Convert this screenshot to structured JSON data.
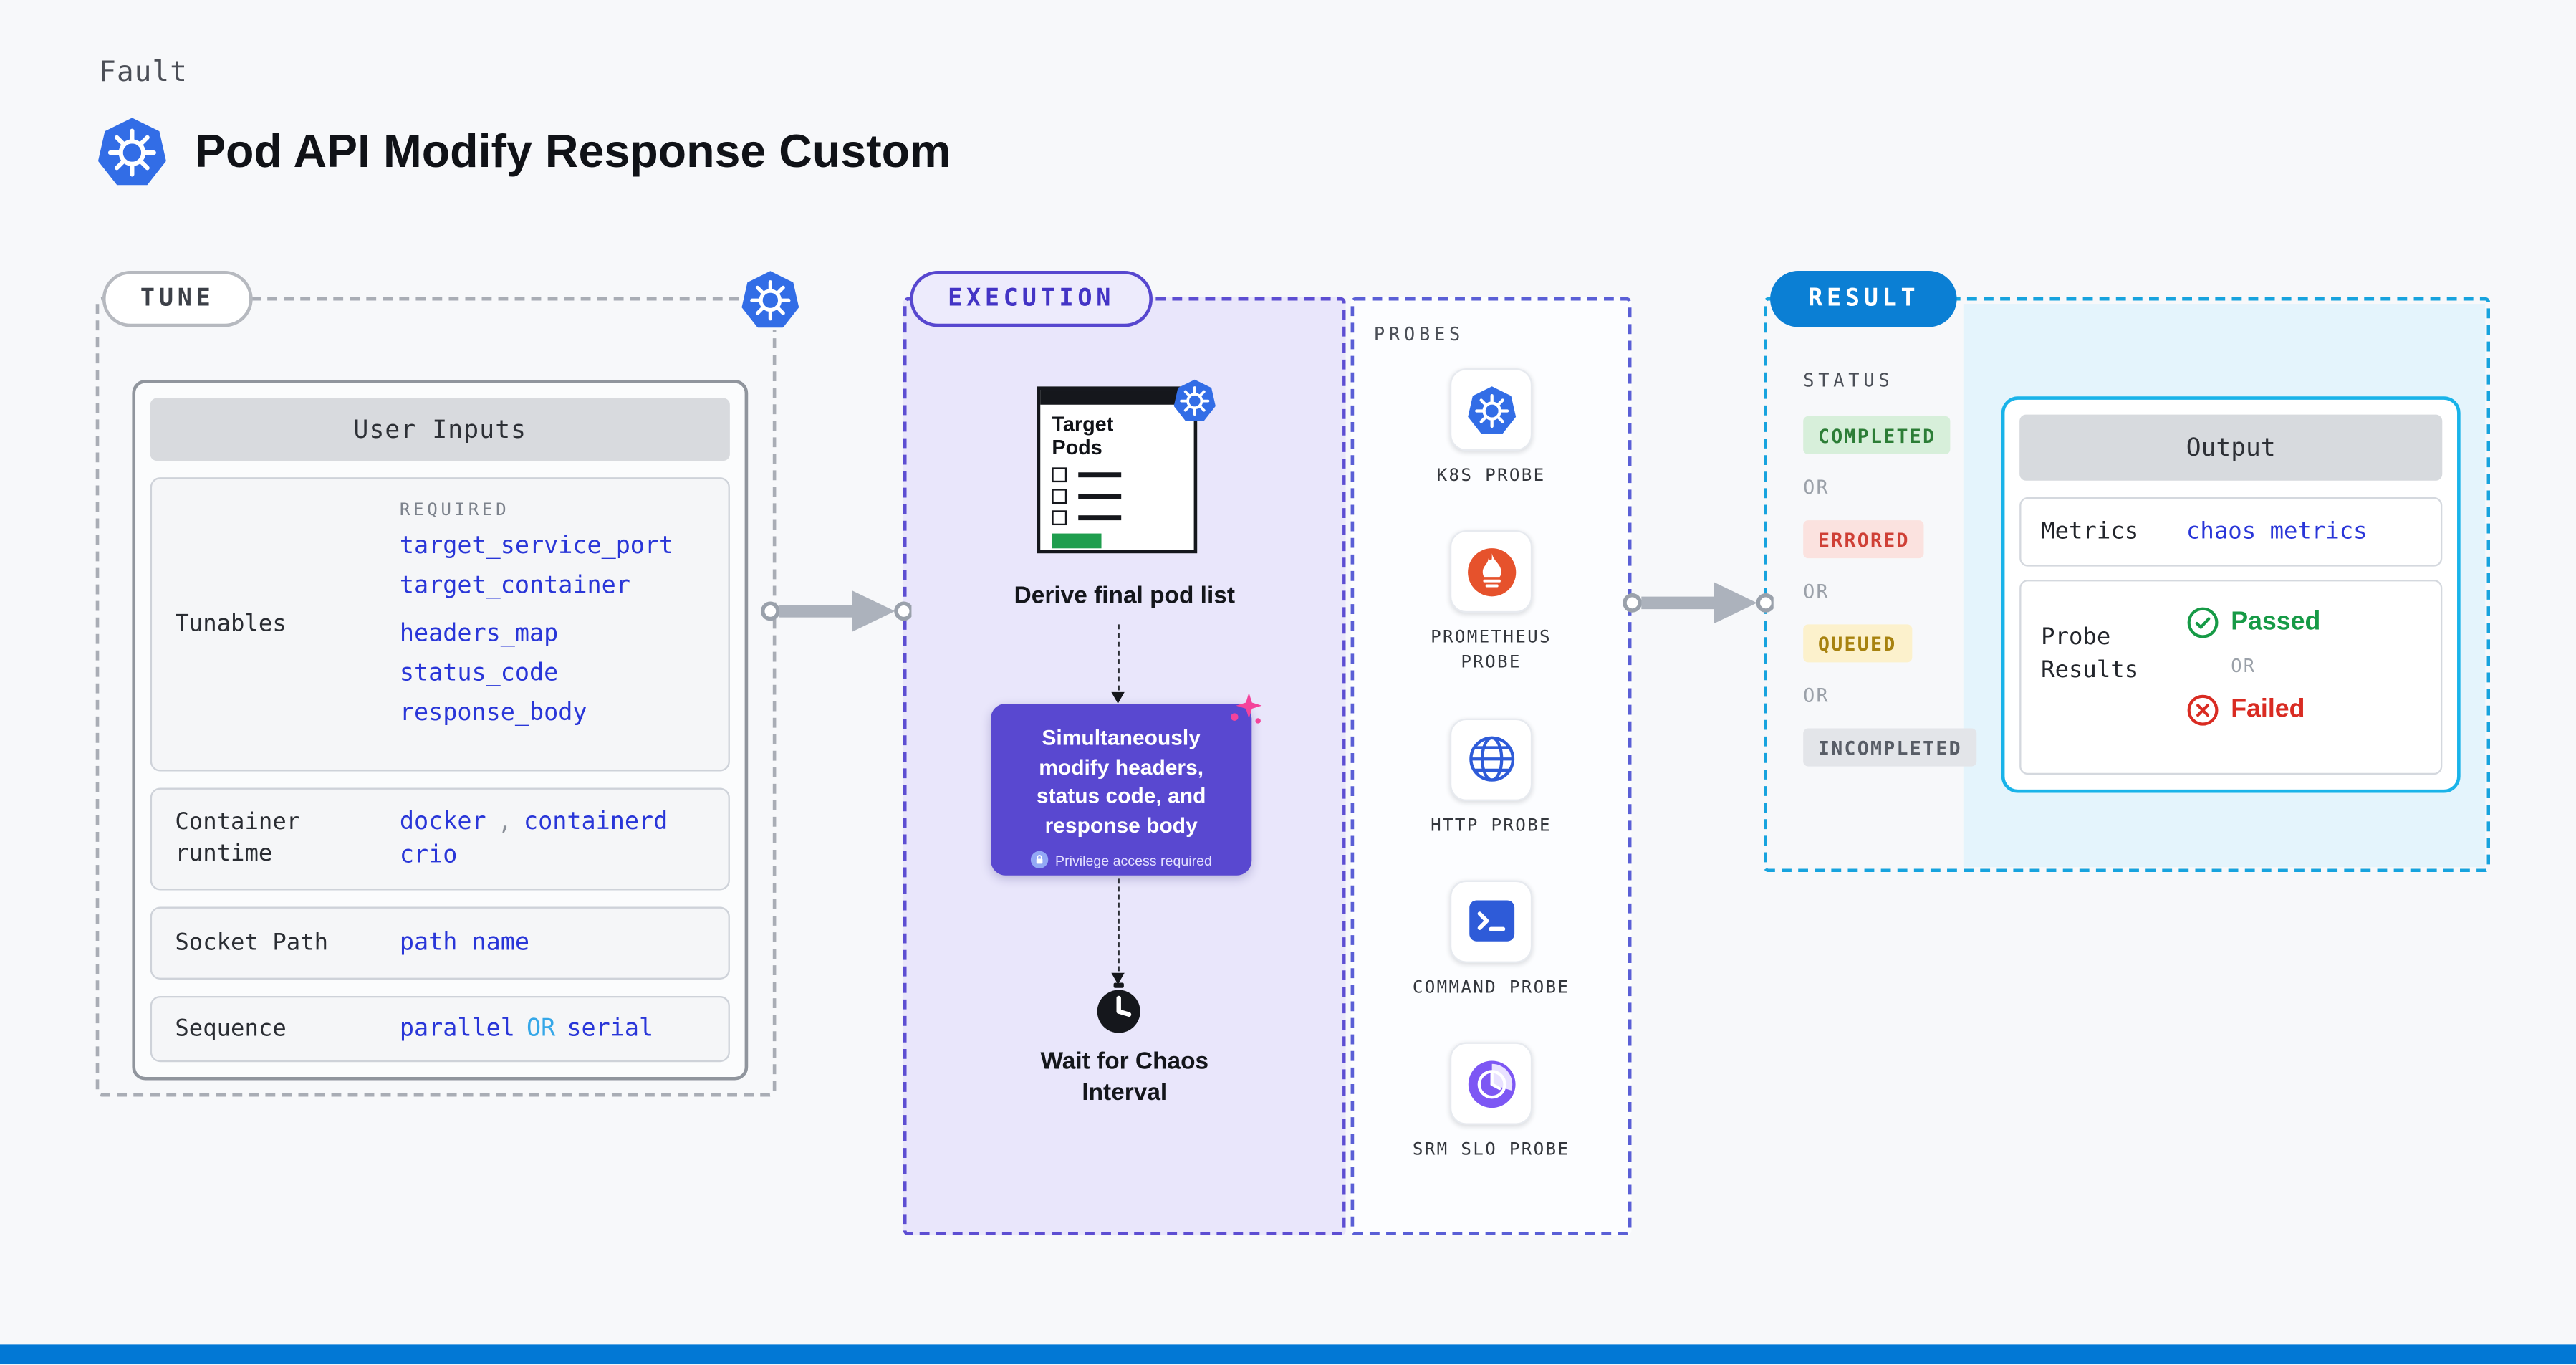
{
  "page": {
    "kicker": "Fault",
    "title": "Pod API Modify Response Custom"
  },
  "tune": {
    "label": "TUNE",
    "user_inputs": {
      "header": "User Inputs",
      "tunables": {
        "label": "Tunables",
        "required_label": "REQUIRED",
        "required": [
          "target_service_port",
          "target_container"
        ],
        "optional": [
          "headers_map",
          "status_code",
          "response_body"
        ]
      },
      "container_runtime": {
        "label": "Container runtime",
        "value_1": "docker",
        "separator": ",",
        "value_2": "containerd",
        "value_3": "crio"
      },
      "socket_path": {
        "label": "Socket Path",
        "value": "path name"
      },
      "sequence": {
        "label": "Sequence",
        "value_1": "parallel",
        "or": "OR",
        "value_2": "serial"
      }
    }
  },
  "execution": {
    "label": "EXECUTION",
    "target_pods_title": "Target Pods",
    "derive_step": "Derive final pod list",
    "action_step": "Simultaneously modify headers, status code, and response body",
    "privilege_note": "Privilege access required",
    "wait_step": "Wait for Chaos Interval"
  },
  "probes": {
    "label": "PROBES",
    "items": [
      {
        "name": "K8S PROBE",
        "icon": "kubernetes-icon"
      },
      {
        "name": "PROMETHEUS PROBE",
        "icon": "prometheus-icon"
      },
      {
        "name": "HTTP PROBE",
        "icon": "globe-icon"
      },
      {
        "name": "COMMAND PROBE",
        "icon": "terminal-icon"
      },
      {
        "name": "SRM SLO PROBE",
        "icon": "slo-gauge-icon"
      }
    ]
  },
  "result": {
    "label": "RESULT",
    "status_label": "STATUS",
    "or": "OR",
    "statuses": [
      {
        "text": "COMPLETED",
        "type": "success"
      },
      {
        "text": "ERRORED",
        "type": "error"
      },
      {
        "text": "QUEUED",
        "type": "warning"
      },
      {
        "text": "INCOMPLETED",
        "type": "neutral"
      }
    ],
    "output": {
      "header": "Output",
      "metrics_label": "Metrics",
      "metrics_value": "chaos metrics",
      "probe_results_label": "Probe Results",
      "passed": "Passed",
      "or": "OR",
      "failed": "Failed"
    }
  },
  "colors": {
    "kubernetes_blue": "#326de6",
    "link_blue": "#2936d8",
    "accent_purple": "#5948d0",
    "result_blue": "#0b7fd4",
    "success_green": "#169a46",
    "error_red": "#d92b22",
    "warning_yellow": "#a7820f",
    "footer_blue": "#0278d5"
  }
}
